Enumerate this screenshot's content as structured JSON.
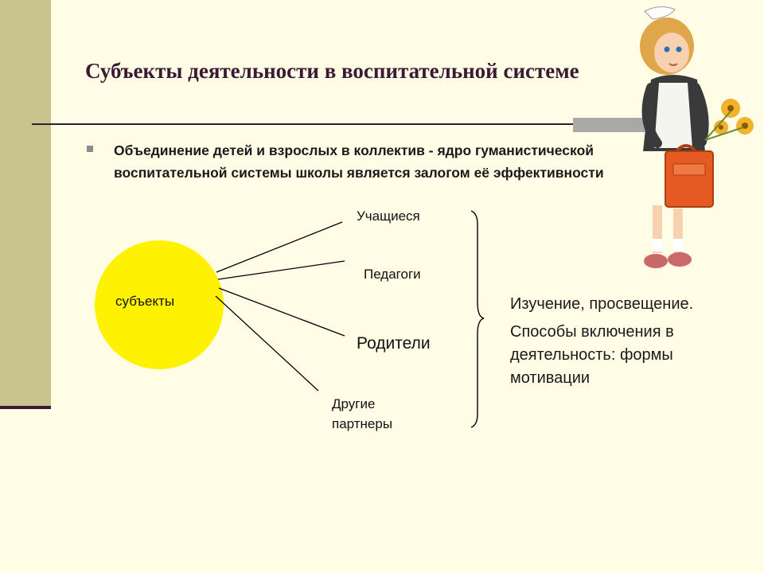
{
  "slide": {
    "title": "Субъекты деятельности в воспитательной системе",
    "bullet": {
      "line1": "Объединение детей и взрослых в коллектив - ядро гуманистической",
      "line2": "воспитательной системы школы является залогом её эффективности"
    }
  },
  "diagram": {
    "center_label": "субъекты",
    "branches": {
      "students": "Учащиеся",
      "teachers": "Педагоги",
      "parents": "Родители",
      "partners_line1": "Другие",
      "partners_line2": "партнеры"
    },
    "notes": {
      "note1": "Изучение, просвещение.",
      "note2": "Способы включения в деятельность: формы мотивации"
    }
  },
  "colors": {
    "background": "#fffde6",
    "left_band": "#c9c48e",
    "title_text": "#3a1a33",
    "circle_fill": "#fff200"
  },
  "illustration": "schoolgirl-with-briefcase-and-flowers"
}
